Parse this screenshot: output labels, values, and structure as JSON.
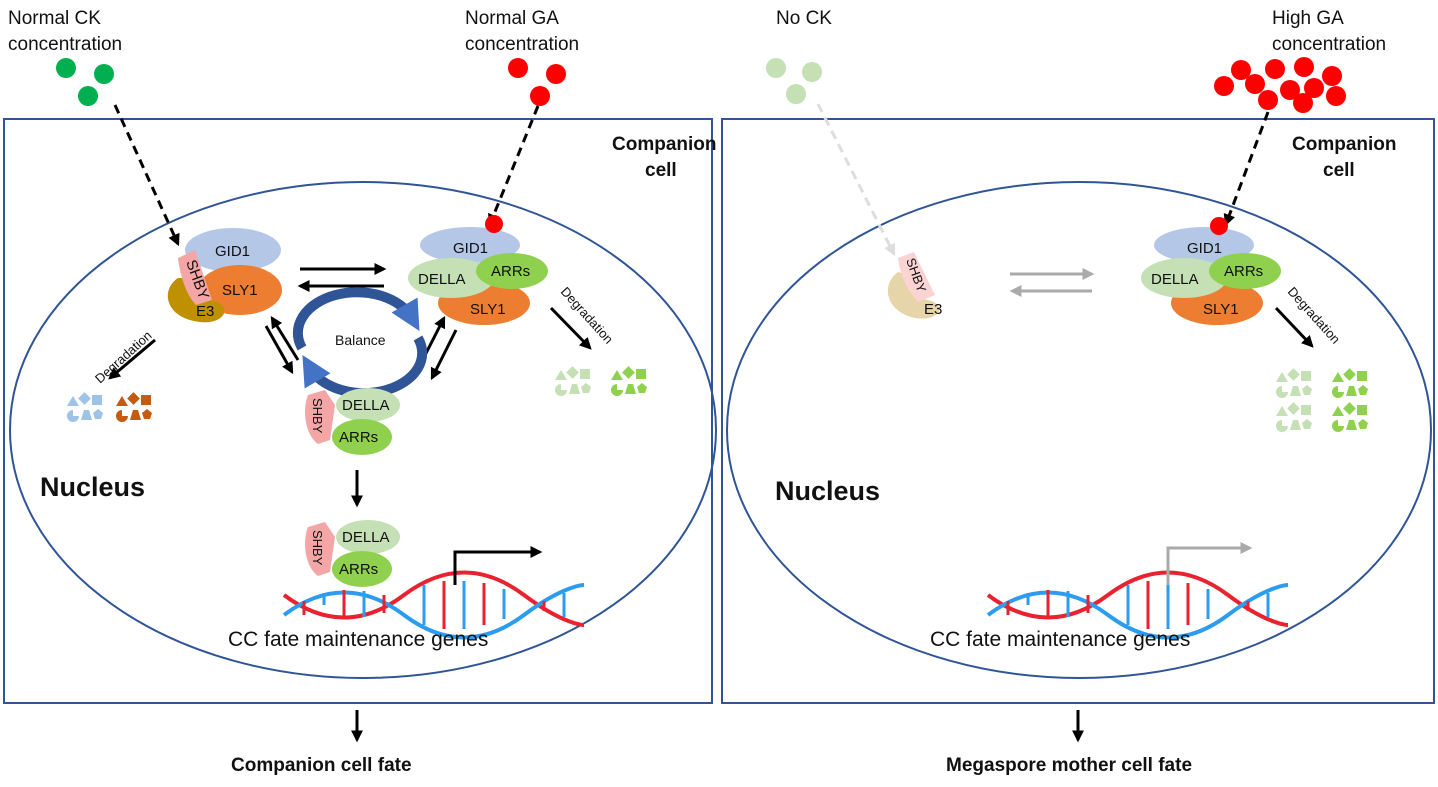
{
  "left_panel": {
    "ck_label_1": "Normal CK",
    "ck_label_2": "concentration",
    "ga_label_1": "Normal GA",
    "ga_label_2": "concentration",
    "cell_label_1": "Companion",
    "cell_label_2": "cell",
    "nucleus_label": "Nucleus",
    "degradation_label": "Degradation",
    "balance_label": "Balance",
    "complex_left": {
      "gid1": "GID1",
      "shby": "SHBY",
      "sly1": "SLY1",
      "e3": "E3"
    },
    "complex_right": {
      "gid1": "GID1",
      "della": "DELLA",
      "arrs": "ARRs",
      "sly1": "SLY1"
    },
    "complex_bottom": {
      "shby": "SHBY",
      "della": "DELLA",
      "arrs": "ARRs"
    },
    "complex_dna": {
      "shby": "SHBY",
      "della": "DELLA",
      "arrs": "ARRs"
    },
    "genes_label": "CC fate maintenance genes",
    "outcome": "Companion cell fate"
  },
  "right_panel": {
    "ck_label": "No CK",
    "ga_label_1": "High GA",
    "ga_label_2": "concentration",
    "cell_label_1": "Companion",
    "cell_label_2": "cell",
    "nucleus_label": "Nucleus",
    "degradation_label": "Degradation",
    "complex_left": {
      "shby": "SHBY",
      "e3": "E3"
    },
    "complex_right": {
      "gid1": "GID1",
      "della": "DELLA",
      "arrs": "ARRs",
      "sly1": "SLY1"
    },
    "genes_label": "CC fate maintenance genes",
    "outcome": "Megaspore mother cell fate"
  },
  "colors": {
    "ck": "#00b050",
    "ck_faded": "#c5e0b4",
    "ga": "#ff0000",
    "gid1": "#b4c7e7",
    "sly1": "#ed7d31",
    "shby": "#f4a6a6",
    "e3": "#bf9000",
    "della": "#c5e0b4",
    "arrs": "#8fd14f",
    "frame": "#2f5597",
    "balance": "#2f5597"
  }
}
